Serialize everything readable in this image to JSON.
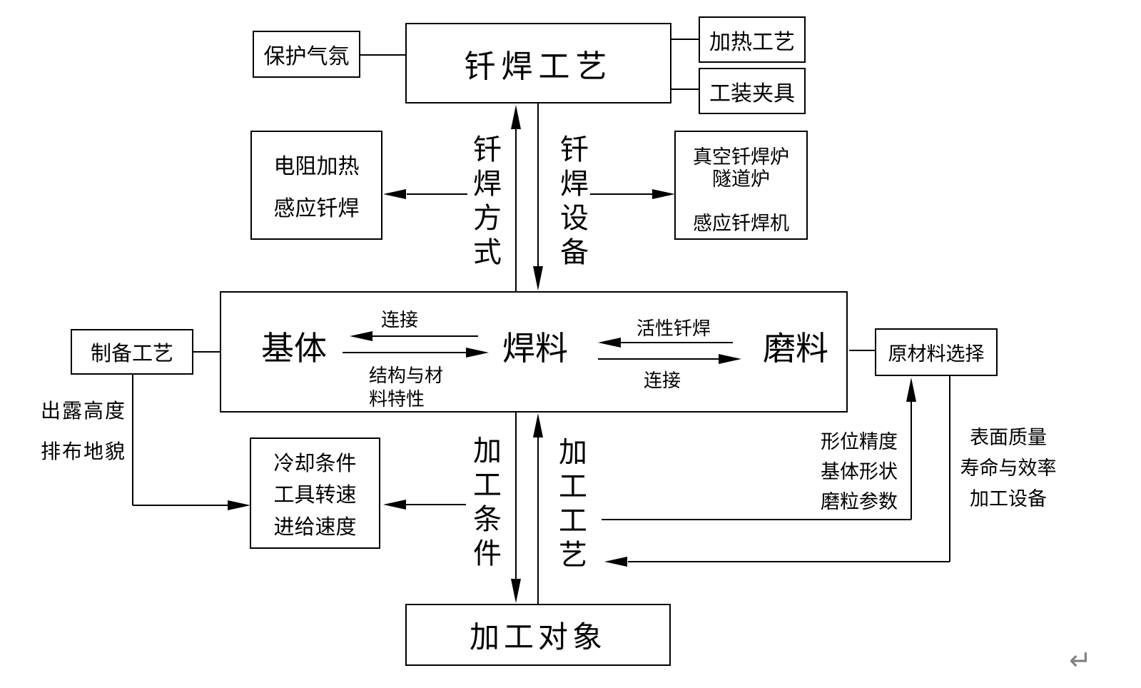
{
  "background": "#ffffff",
  "line_color": "#000000",
  "nodes": {
    "protective_atmosphere": "保护气氛",
    "brazing_process": "钎焊工艺",
    "heating_process": "加热工艺",
    "fixtures": "工装夹具",
    "resistance_heating": [
      "电阻加热",
      "感应钎焊"
    ],
    "brazing_furnaces": [
      "真空钎焊炉",
      "隧道炉",
      "感应钎焊机"
    ],
    "preparation_process": "制备工艺",
    "raw_material_selection": "原材料选择",
    "processing_params": [
      "冷却条件",
      "工具转速",
      "进给速度"
    ],
    "processing_object": "加工对象",
    "substrate": "基体",
    "solder": "焊料",
    "abrasive": "磨料"
  },
  "edge_labels": {
    "brazing_method": "钎焊方式",
    "brazing_equipment": "钎焊设备",
    "processing_conditions": "加工条件",
    "processing_technology": "加工工艺",
    "connect_substrate": "连接",
    "structure_material_1": "结构与材",
    "structure_material_2": "料特性",
    "active_brazing": "活性钎焊",
    "connect_abrasive": "连接"
  },
  "annotations": {
    "left": [
      "出露高度",
      "排布地貌"
    ],
    "right_inner": [
      "形位精度",
      "基体形状",
      "磨粒参数"
    ],
    "right_outer": [
      "表面质量",
      "寿命与效率",
      "加工设备"
    ]
  },
  "marks": {
    "return_symbol": "↵",
    "return_color": "#808080"
  }
}
